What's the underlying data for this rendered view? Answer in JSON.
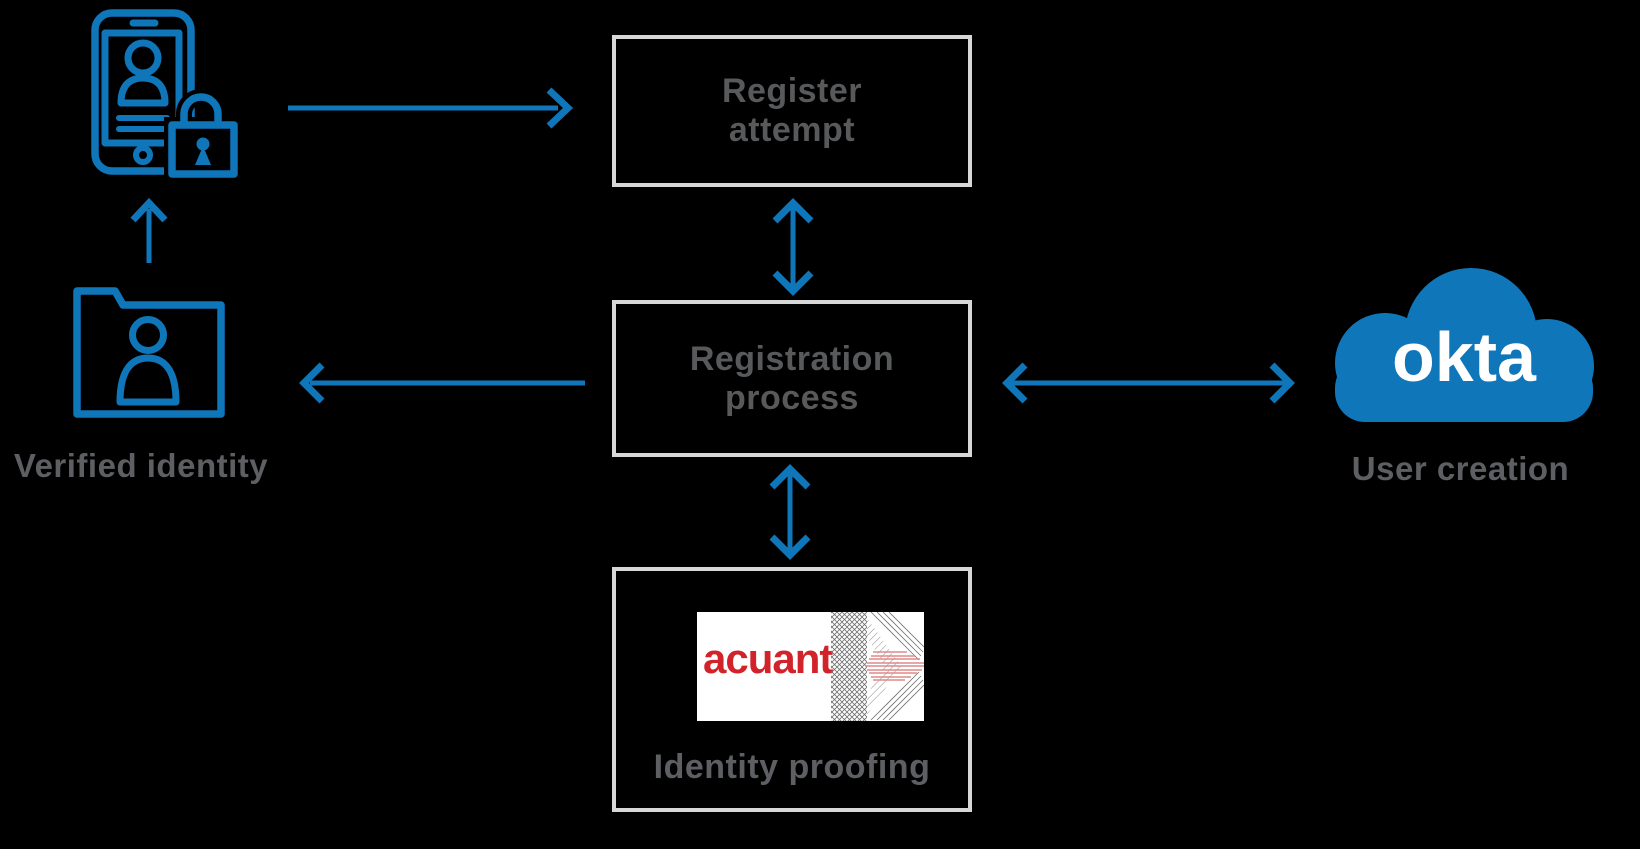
{
  "palette": {
    "background": "#000000",
    "blue": "#1076ba",
    "box_border": "#d7d7d7",
    "box_text": "#58595b",
    "label_text": "#5d5f62",
    "okta_text": "#ffffff",
    "acuant_bg": "#ffffff",
    "acuant_red": "#d2232a",
    "acuant_red_light": "#e08a8a",
    "hatch_gray": "#6e6e6e"
  },
  "nodes": {
    "device": {
      "icon": "smartphone-user-lock-icon"
    },
    "register_attempt": {
      "line1": "Register",
      "line2": "attempt"
    },
    "registration_process": {
      "line1": "Registration",
      "line2": "process"
    },
    "identity_proofing": {
      "brand": "acuant",
      "label": "Identity proofing"
    },
    "user_creation": {
      "brand": "okta",
      "label": "User creation"
    },
    "verified_identity": {
      "icon": "folder-user-icon",
      "label": "Verified identity"
    }
  },
  "icons": {
    "device": "smartphone-user-lock-icon",
    "verified_identity": "folder-user-icon",
    "user_creation": "okta-cloud-logo",
    "identity_proofing": "acuant-logo"
  }
}
